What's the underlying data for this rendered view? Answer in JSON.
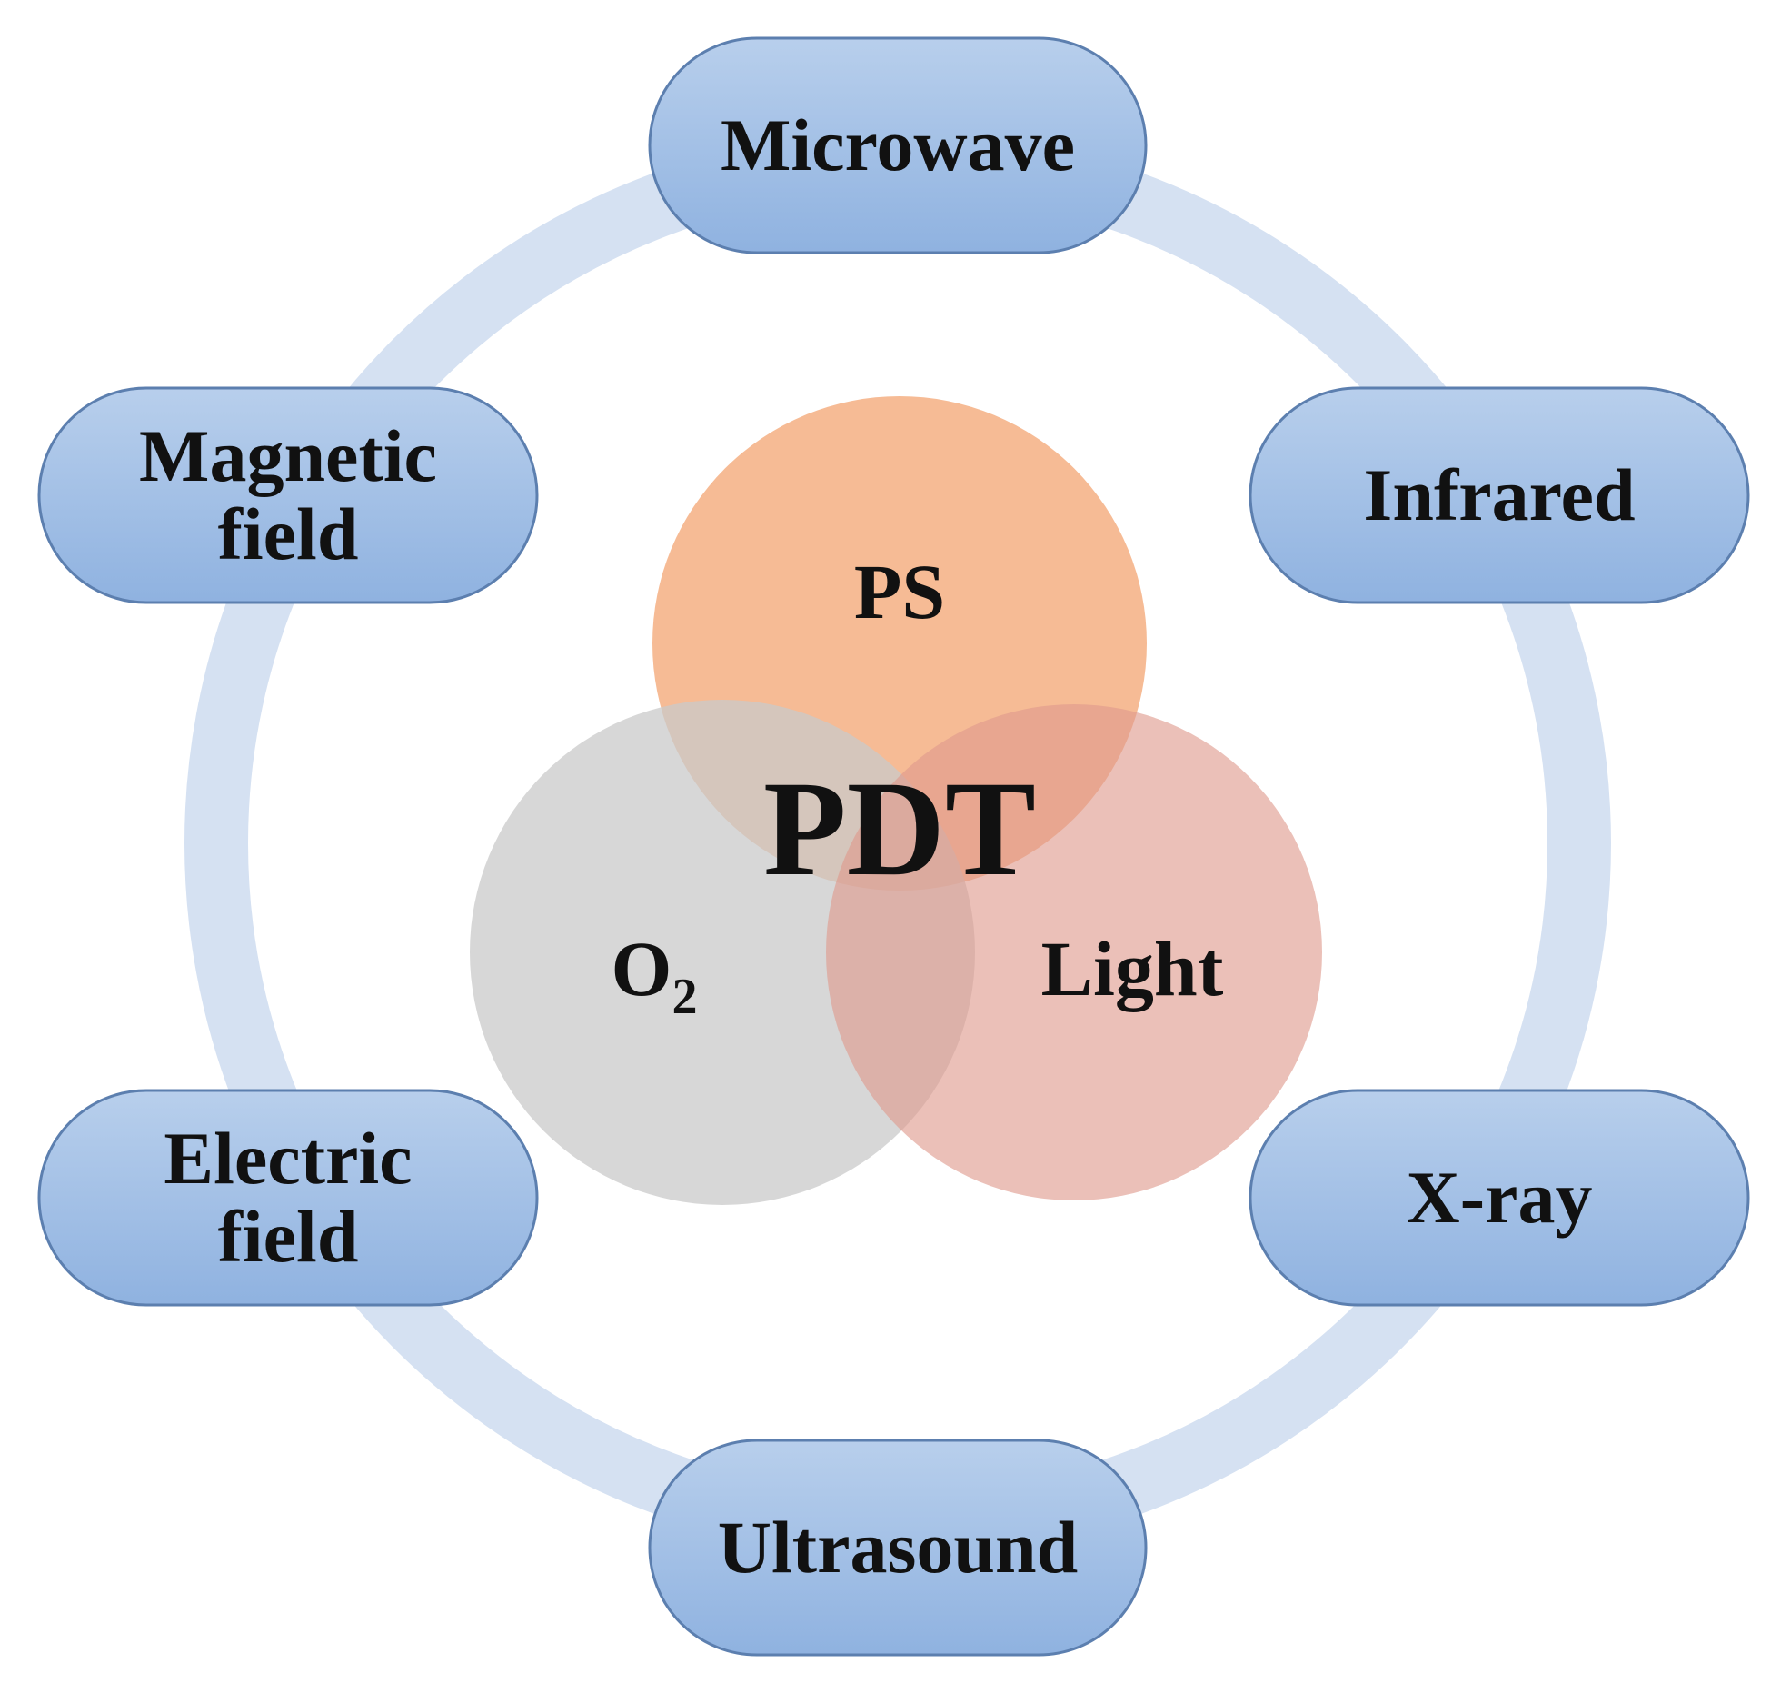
{
  "center": {
    "label": "PDT"
  },
  "venn": [
    {
      "key": "ps",
      "label": "PS",
      "color": "#F5AF82"
    },
    {
      "key": "o2",
      "label": "O",
      "sub": "2",
      "color": "#C9C9C9"
    },
    {
      "key": "light",
      "label": "Light",
      "color": "#DE9A8C"
    }
  ],
  "stimuli": [
    {
      "key": "microwave",
      "lines": [
        "Microwave"
      ]
    },
    {
      "key": "infrared",
      "lines": [
        "Infrared"
      ]
    },
    {
      "key": "x-ray",
      "lines": [
        "X-ray"
      ]
    },
    {
      "key": "ultrasound",
      "lines": [
        "Ultrasound"
      ]
    },
    {
      "key": "electric-field",
      "lines": [
        "Electric",
        "field"
      ]
    },
    {
      "key": "magnetic-field",
      "lines": [
        "Magnetic",
        "field"
      ]
    }
  ],
  "colors": {
    "ring": "#D5E1F2",
    "pill_top": "#B8CFEC",
    "pill_bottom": "#8FB2E0",
    "pill_stroke": "#5C7FAF"
  }
}
